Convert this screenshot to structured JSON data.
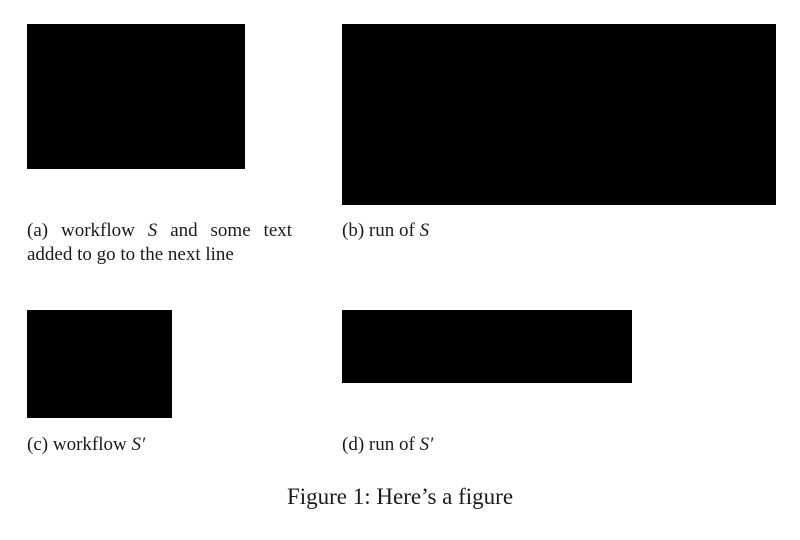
{
  "subfigures": [
    {
      "id": "a",
      "label": "(a)",
      "caption_pre": "workflow",
      "symbol": "S",
      "caption_post": "and some text added to go to the next line"
    },
    {
      "id": "b",
      "label": "(b)",
      "caption_pre": "run of",
      "symbol": "S",
      "caption_post": ""
    },
    {
      "id": "c",
      "label": "(c)",
      "caption_pre": "workflow",
      "symbol": "S′",
      "caption_post": ""
    },
    {
      "id": "d",
      "label": "(d)",
      "caption_pre": "run of",
      "symbol": "S′",
      "caption_post": ""
    }
  ],
  "figure_caption": {
    "label": "Figure 1:",
    "text": "Here’s a figure"
  },
  "colors": {
    "panel_fill": "#000000",
    "background": "#ffffff"
  }
}
